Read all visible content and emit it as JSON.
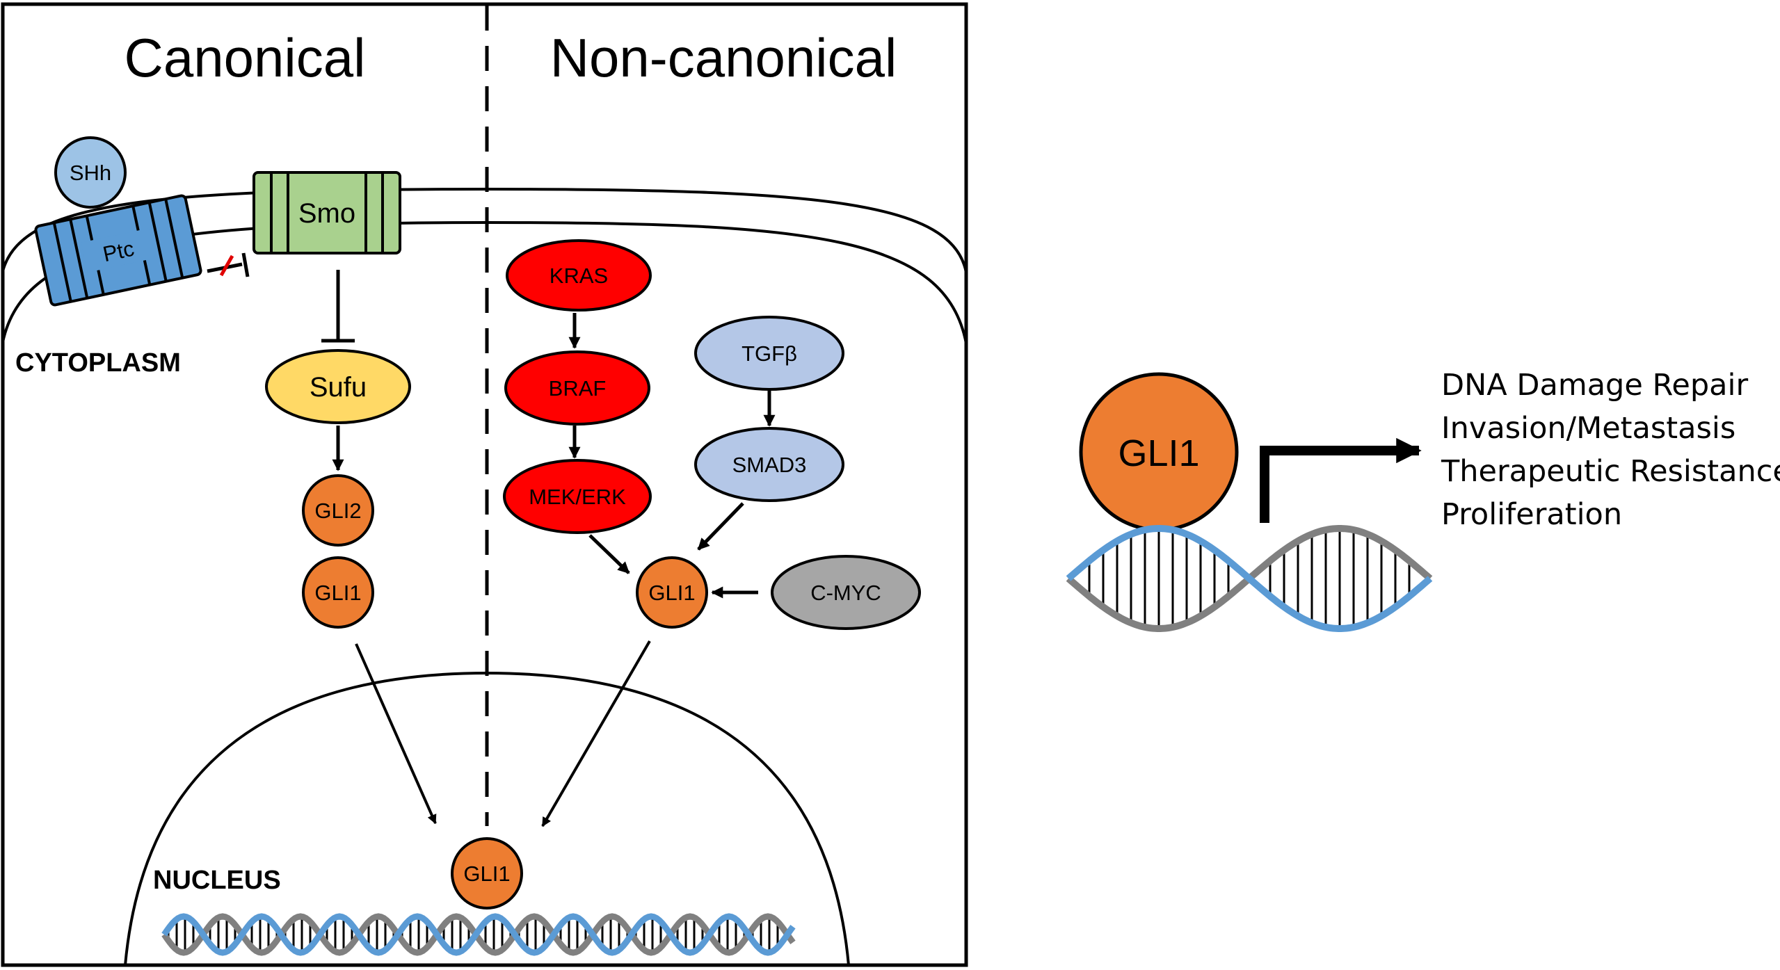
{
  "headers": {
    "canonical": "Canonical",
    "noncanonical": "Non-canonical"
  },
  "compartments": {
    "cytoplasm": "CYTOPLASM",
    "nucleus": "NUCLEUS"
  },
  "receptors": {
    "ligand": "SHh",
    "patched": "Ptc",
    "smoothened": "Smo"
  },
  "canonical_nodes": {
    "sufu": "Sufu",
    "gli2": "GLI2",
    "gli1": "GLI1"
  },
  "noncanonical_nodes": {
    "kras": "KRAS",
    "braf": "BRAF",
    "mek_erk": "MEK/ERK",
    "tgfb": "TGFβ",
    "smad3": "SMAD3",
    "gli1": "GLI1",
    "cmyc": "C-MYC"
  },
  "nucleus_node": {
    "gli1": "GLI1"
  },
  "right_panel": {
    "gli1": "GLI1",
    "outputs": [
      "DNA Damage Repair",
      "Invasion/Metastasis",
      "Therapeutic Resistance",
      "Proliferation"
    ]
  },
  "colors": {
    "ligand": "#9dc3e6",
    "patched": "#5b9bd5",
    "smoothened": "#a9d18e",
    "sufu": "#ffd966",
    "gli": "#ed7d31",
    "ras_pathway": "#ff0000",
    "tgf_pathway": "#b4c7e7",
    "cmyc": "#a6a6a6",
    "dna_blue": "#5b9bd5",
    "dna_gray": "#808080",
    "inhibit_red": "#e00000"
  }
}
